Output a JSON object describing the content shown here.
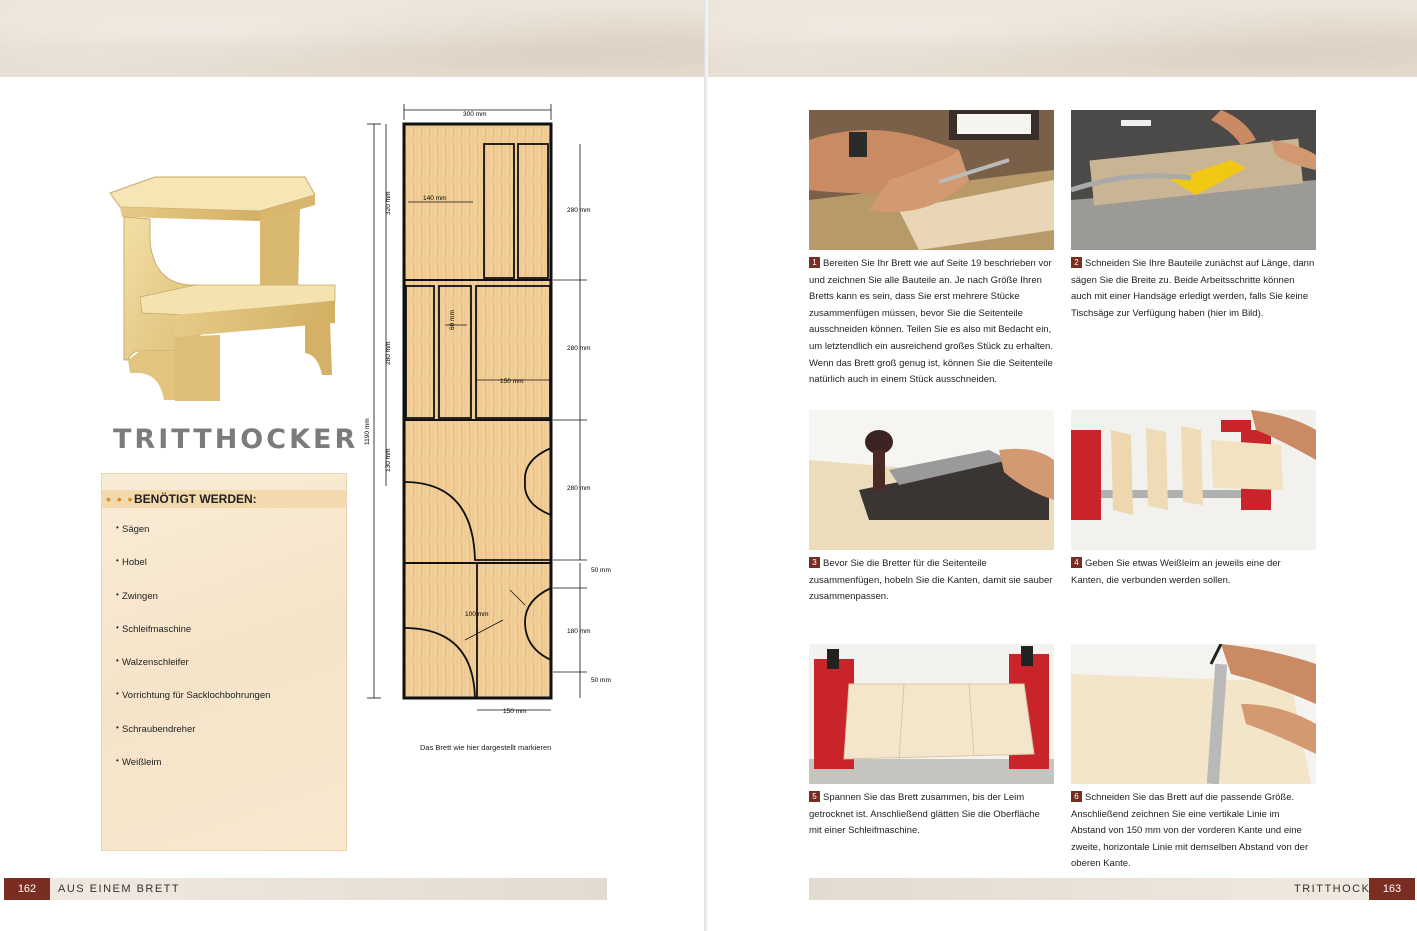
{
  "left_page": {
    "title": "TRITTHOCKER",
    "tools": {
      "dots": "• • •",
      "heading": "BENÖTIGT WERDEN:",
      "items": [
        "Sägen",
        "Hobel",
        "Zwingen",
        "Schleifmaschine",
        "Walzenschleifer",
        "Vorrichtung für Sacklochbohrungen",
        "Schraubendreher",
        "Weißleim"
      ]
    },
    "diagram": {
      "labels": {
        "top_width": "300 mm",
        "total_height": "1190 mm",
        "h_320": "320 mm",
        "h_280_left": "280 mm",
        "h_130": "130 mm",
        "w_140": "140 mm",
        "w_60": "60 mm",
        "w_150_mid": "150 mm",
        "w_100": "100 mm",
        "bottom_150": "150 mm",
        "r_280_a": "280 mm",
        "r_280_b": "280 mm",
        "r_280_c": "280 mm",
        "r_50_a": "50 mm",
        "r_180": "180 mm",
        "r_50_b": "50 mm"
      }
    },
    "caption": "Das Brett wie hier dargestellt markieren",
    "footer": {
      "page_number": "162",
      "section": "AUS EINEM BRETT"
    }
  },
  "right_page": {
    "steps": [
      {
        "number": "1",
        "text": "Bereiten Sie Ihr Brett wie auf Seite 19 beschrieben vor und zeichnen Sie alle Bauteile an. Je nach Größe Ihren Bretts kann es sein, dass Sie erst mehrere Stücke zusammenfügen müssen, bevor Sie die Seitenteile ausschneiden können. Teilen Sie es also mit Bedacht ein, um letztendlich ein ausreichend großes Stück zu erhalten. Wenn das Brett groß genug ist, können Sie die Seitenteile natürlich auch in einem Stück ausschneiden."
      },
      {
        "number": "2",
        "text": "Schneiden Sie Ihre Bauteile zunächst auf Länge, dann sägen Sie die Breite zu. Beide Arbeitsschritte können auch mit einer Handsäge erledigt werden, falls Sie keine Tischsäge zur Verfügung haben (hier im Bild)."
      },
      {
        "number": "3",
        "text": "Bevor Sie die Bretter für die Seitenteile zusammenfügen, hobeln Sie die Kanten, damit sie sauber zusammenpassen."
      },
      {
        "number": "4",
        "text": "Geben Sie etwas Weißleim an jeweils eine der Kanten, die verbunden werden sollen."
      },
      {
        "number": "5",
        "text": "Spannen Sie das Brett zusammen, bis der Leim getrocknet ist. Anschließend glätten Sie die Oberfläche mit einer Schleifmaschine."
      },
      {
        "number": "6",
        "text": "Schneiden Sie das Brett auf die passende Größe. Anschließend zeichnen Sie eine vertikale Linie im Abstand von 150 mm von der vorderen Kante und eine zweite, horizontale Linie mit demselben Abstand von der oberen Kante."
      }
    ],
    "footer": {
      "section": "TRITTHOCKER",
      "page_number": "163"
    }
  },
  "colors": {
    "accent": "#7a2e22",
    "orange_dots": "#e28a1c",
    "box_bg": "#f7e8cf"
  }
}
